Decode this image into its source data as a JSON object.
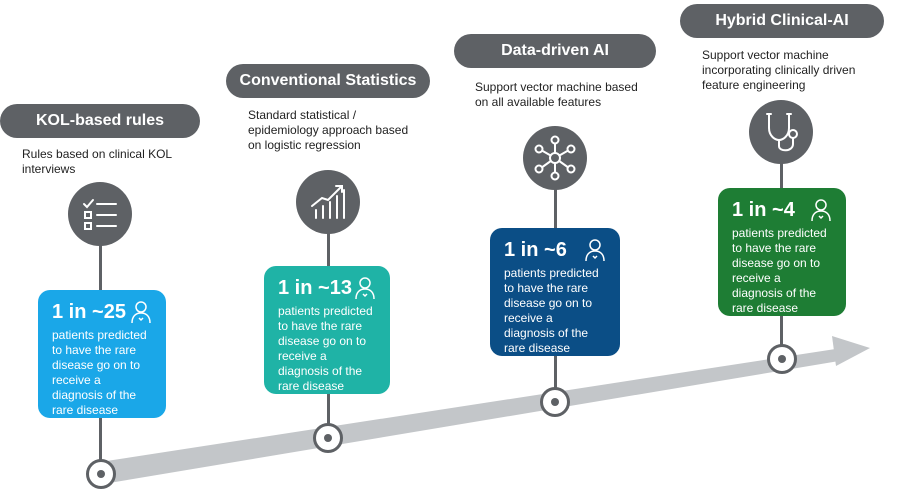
{
  "stages": [
    {
      "title": "KOL-based rules",
      "description": "Rules based on clinical KOL interviews",
      "icon": "checklist-icon",
      "ratio": "1 in ~25",
      "result": "patients predicted to have the rare disease go on to receive a diagnosis of the rare disease",
      "color": "#1aa7e8"
    },
    {
      "title": "Conventional Statistics",
      "description": "Standard statistical / epidemiology approach based on logistic regression",
      "icon": "trend-chart-icon",
      "ratio": "1 in ~13",
      "result": "patients predicted to have the rare disease go on to receive a diagnosis of the rare disease",
      "color": "#1fb3a6"
    },
    {
      "title": "Data-driven AI",
      "description": "Support vector machine based on all available features",
      "icon": "network-icon",
      "ratio": "1 in ~6",
      "result": "patients predicted to have the rare disease go on to receive a diagnosis of the rare disease",
      "color": "#0b4e86"
    },
    {
      "title": "Hybrid Clinical-AI",
      "description": "Support vector machine incorporating clinically driven feature engineering",
      "icon": "stethoscope-icon",
      "ratio": "1 in ~4",
      "result": "patients predicted to have the rare disease go on to receive a diagnosis of the rare disease",
      "color": "#1e7d34"
    }
  ],
  "colors": {
    "pill": "#5e6165",
    "arrow": "#c3c6c9"
  }
}
